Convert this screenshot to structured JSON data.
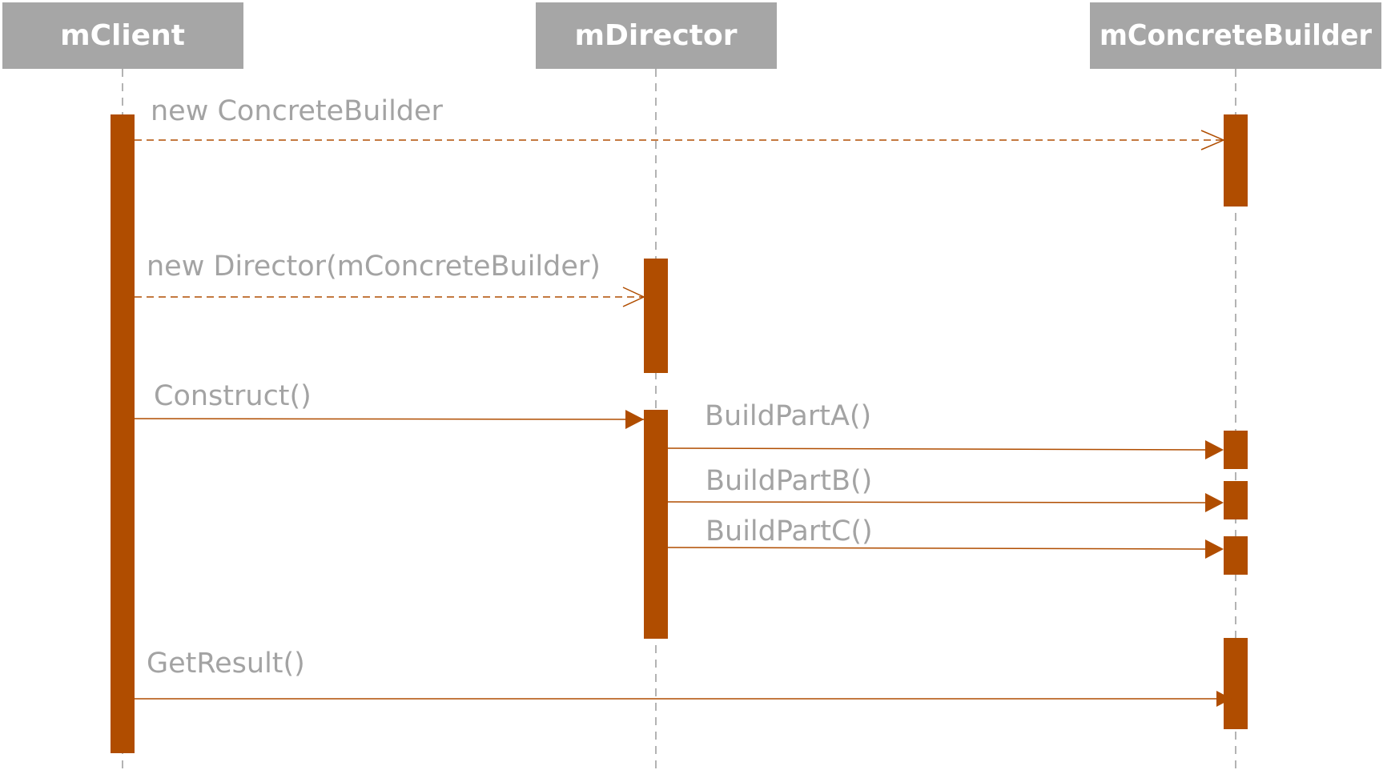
{
  "colors": {
    "header_bg": "#a6a6a6",
    "header_text": "#ffffff",
    "activation": "#b04d00",
    "lifeline": "#9a9a9a",
    "message_line": "#b04d00",
    "message_label": "#a3a3a3"
  },
  "participants": [
    {
      "id": "client",
      "name": "mClient"
    },
    {
      "id": "director",
      "name": "mDirector"
    },
    {
      "id": "builder",
      "name": "mConcreteBuilder"
    }
  ],
  "messages": [
    {
      "label": "new ConcreteBuilder",
      "from": "client",
      "to": "builder",
      "style": "create"
    },
    {
      "label": "new Director(mConcreteBuilder)",
      "from": "client",
      "to": "director",
      "style": "create"
    },
    {
      "label": "Construct()",
      "from": "client",
      "to": "director",
      "style": "call"
    },
    {
      "label": "BuildPartA()",
      "from": "director",
      "to": "builder",
      "style": "call"
    },
    {
      "label": "BuildPartB()",
      "from": "director",
      "to": "builder",
      "style": "call"
    },
    {
      "label": "BuildPartC()",
      "from": "director",
      "to": "builder",
      "style": "call"
    },
    {
      "label": "GetResult()",
      "from": "client",
      "to": "builder",
      "style": "call"
    }
  ]
}
